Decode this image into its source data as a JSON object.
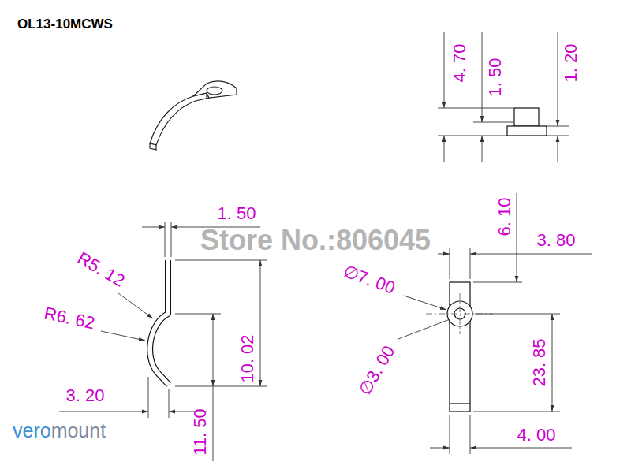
{
  "diagram": {
    "title": "OL13-10MCWS",
    "labels": [
      "4. 70",
      "1. 50",
      "1. 20",
      "1. 50",
      "R5. 12",
      "R6. 62",
      "3. 20",
      "11. 50",
      "10. 02",
      "6. 10",
      "3. 80",
      "∅7. 00",
      "∅3. 00",
      "23. 85",
      "4. 00",
      "Store No.:806045",
      "vero",
      "mount"
    ]
  }
}
